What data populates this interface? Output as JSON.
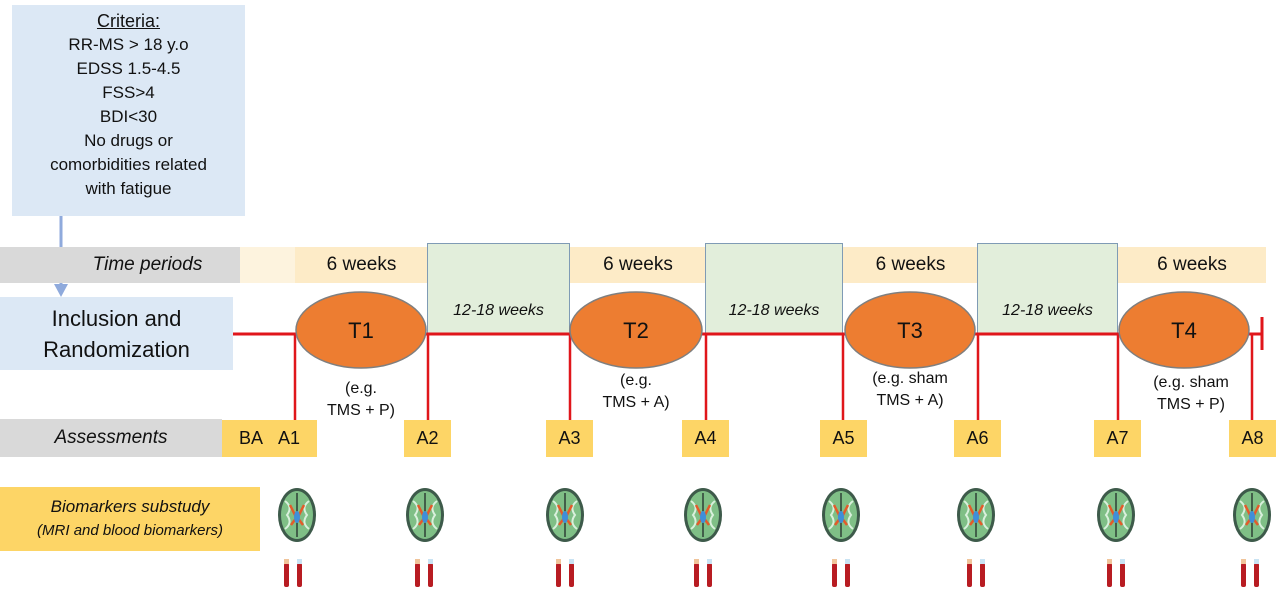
{
  "criteria": {
    "heading": "Criteria:",
    "lines": [
      "RR-MS > 18 y.o",
      "EDSS 1.5-4.5",
      "FSS>4",
      "BDI<30",
      "No drugs or",
      "comorbidities related",
      "with fatigue"
    ]
  },
  "time_periods": {
    "label": "Time periods",
    "treatment_duration": "6 weeks",
    "washout_duration": "12-18 weeks"
  },
  "inclusion": {
    "line1": "Inclusion and",
    "line2": "Randomization"
  },
  "treatments": [
    {
      "label": "T1",
      "note_line1": "(e.g.",
      "note_line2": "TMS + P)"
    },
    {
      "label": "T2",
      "note_line1": "(e.g.",
      "note_line2": "TMS + A)"
    },
    {
      "label": "T3",
      "note_line1": "(e.g. sham",
      "note_line2": "TMS + A)"
    },
    {
      "label": "T4",
      "note_line1": "(e.g. sham",
      "note_line2": "TMS + P)"
    }
  ],
  "assessments": {
    "label": "Assessments",
    "items": [
      "BA",
      "A1",
      "A2",
      "A3",
      "A4",
      "A5",
      "A6",
      "A7",
      "A8"
    ]
  },
  "biomarkers": {
    "line1": "Biomarkers substudy",
    "line2": "(MRI and blood biomarkers)"
  },
  "colors": {
    "timeline": "#e0161b",
    "treatment": "#ed7d31",
    "band": "#fdebc7",
    "washout": "#e2eedb",
    "assessment": "#fdd566",
    "label_bg": "#d9d9d9",
    "criteria_bg": "#dce8f5",
    "arrow": "#8faadc"
  },
  "icons": [
    "brain-mri-icon",
    "blood-tube-icon"
  ]
}
